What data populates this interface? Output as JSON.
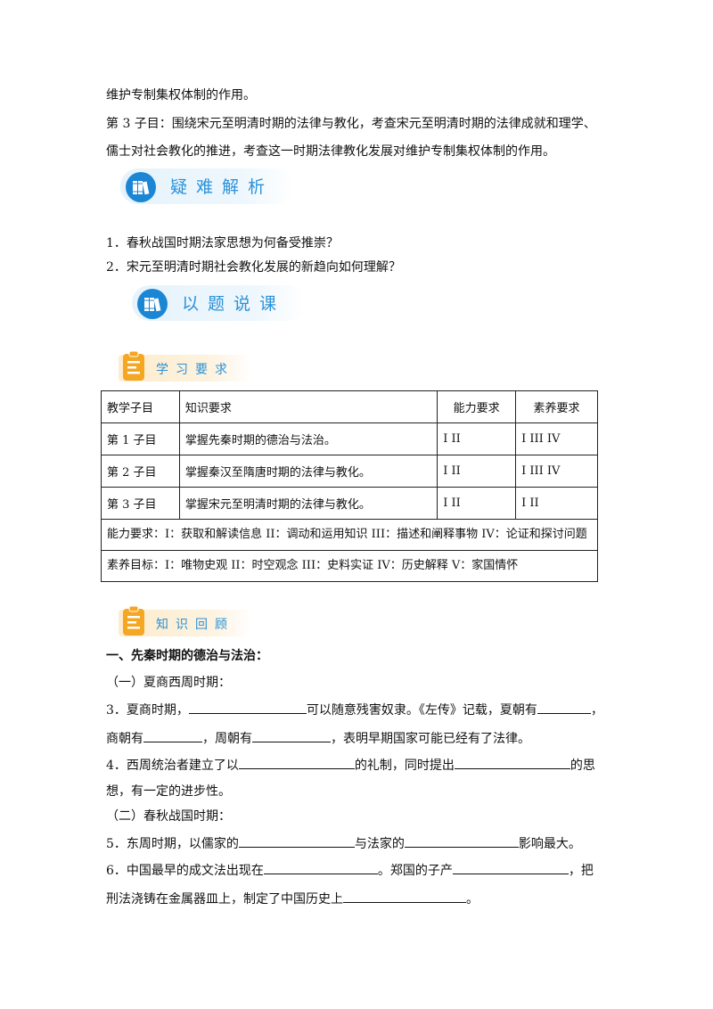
{
  "intro": {
    "line1": "维护专制集权体制的作用。",
    "line2": "第 3 子目：围绕宋元至明清时期的法律与教化，考查宋元至明清时期的法律成就和理学、",
    "line3": "儒士对社会教化的推进，考查这一时期法律教化发展对维护专制集权体制的作用。"
  },
  "banner_difficulty": {
    "title": "疑难解析",
    "icon": "books-icon"
  },
  "difficulty": {
    "q1": "1．春秋战国时期法家思想为何备受推崇？",
    "q2": "2．宋元至明清时期社会教化发展的新趋向如何理解？"
  },
  "banner_lesson": {
    "title": "以题说课",
    "icon": "books-icon"
  },
  "section_requirements": {
    "title": "学习要求",
    "icon": "clipboard-icon"
  },
  "table": {
    "headers": [
      "教学子目",
      "知识要求",
      "能力要求",
      "素养要求"
    ],
    "rows": [
      [
        "第 1 子目",
        "掌握先秦时期的德治与法治。",
        "I II",
        "I III IV"
      ],
      [
        "第 2 子目",
        "掌握秦汉至隋唐时期的法律与教化。",
        "I II",
        "I III IV"
      ],
      [
        "第 3 子目",
        "掌握宋元至明清时期的法律与教化。",
        "I II",
        "I II"
      ]
    ],
    "ability_note": "能力要求：I：获取和解读信息  II：调动和运用知识  III：描述和阐释事物  IV：论证和探讨问题",
    "literacy_note": "素养目标：I：唯物史观  II：时空观念  III：史料实证   IV：历史解释  V：家国情怀"
  },
  "section_review": {
    "title": "知识回顾",
    "icon": "clipboard-icon"
  },
  "review": {
    "heading": "一、先秦时期的德治与法治：",
    "sub1": "（一）夏商西周时期：",
    "q3_a": "3．夏商时期，",
    "q3_b": "可以随意残害奴隶。《左传》记载，夏朝有",
    "q3_c": "，",
    "q3_d": "商朝有",
    "q3_e": "，周朝有",
    "q3_f": "，表明早期国家可能已经有了法律。",
    "q4_a": "4．西周统治者建立了以",
    "q4_b": "的礼制，同时提出",
    "q4_c": "的思",
    "q4_d": "想，有一定的进步性。",
    "sub2": "（二）春秋战国时期：",
    "q5_a": "5．东周时期，以儒家的",
    "q5_b": "与法家的",
    "q5_c": "影响最大。",
    "q6_a": "6．中国最早的成文法出现在",
    "q6_b": "。郑国的子产",
    "q6_c": "，把",
    "q6_d": "刑法浇铸在金属器皿上，制定了中国历史上",
    "q6_e": "。"
  },
  "colors": {
    "accent_blue": "#1b86d4",
    "title_blue": "#2a91d8",
    "orange": "#f5a623"
  }
}
